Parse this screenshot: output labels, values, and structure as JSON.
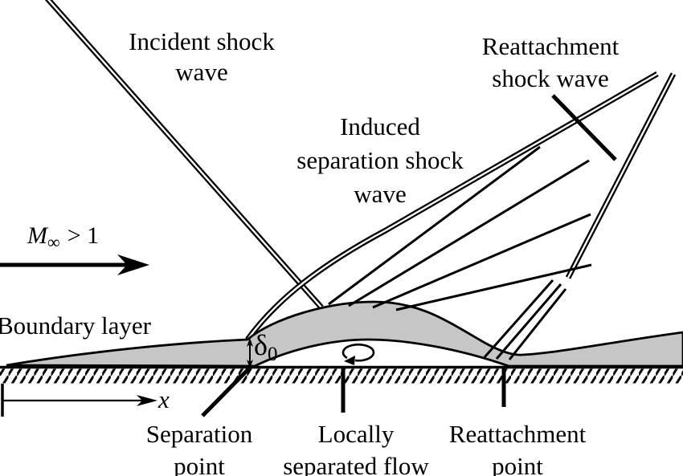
{
  "title": "Shock wave / boundary layer interaction diagram",
  "colors": {
    "background": "#ffffff",
    "line": "#000000",
    "boundary_layer_fill": "#c6c6c6"
  },
  "labels": {
    "incident_shock": {
      "line1": "Incident shock",
      "line2": "wave"
    },
    "induced_shock": {
      "line1": "Induced",
      "line2": "separation shock",
      "line3": "wave"
    },
    "reattachment_shock": {
      "line1": "Reattachment",
      "line2": "shock wave"
    },
    "mach": {
      "symbol": "M",
      "subscript": "∞",
      "comparison": "> 1"
    },
    "boundary_layer": "Boundary layer",
    "delta": {
      "symbol": "δ",
      "subscript": "0"
    },
    "x_axis": "x",
    "separation_point": {
      "line1": "Separation",
      "line2": "point"
    },
    "locally_separated": {
      "line1": "Locally",
      "line2": "separated flow"
    },
    "reattachment_point": {
      "line1": "Reattachment",
      "line2": "point"
    }
  }
}
